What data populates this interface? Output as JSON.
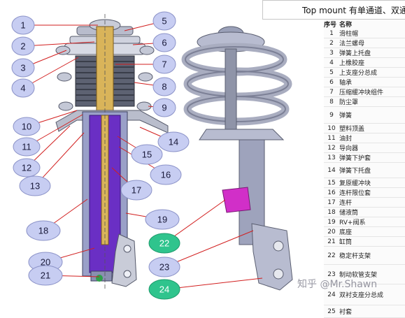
{
  "title": "Top mount 有单通道、双通",
  "table": {
    "headers": [
      "序号",
      "名称"
    ],
    "rows": [
      {
        "n": "1",
        "name": "滑柱帽"
      },
      {
        "n": "2",
        "name": "法兰螺母"
      },
      {
        "n": "3",
        "name": "弹簧上托盘"
      },
      {
        "n": "4",
        "name": "上橡胶座"
      },
      {
        "n": "5",
        "name": "上支座分总成"
      },
      {
        "n": "6",
        "name": "轴承"
      },
      {
        "n": "7",
        "name": "压缩缓冲块组件"
      },
      {
        "n": "8",
        "name": "防尘罩"
      },
      {
        "n": "9",
        "name": "弹簧"
      },
      {
        "n": "10",
        "name": "塑料顶盖"
      },
      {
        "n": "11",
        "name": "油封"
      },
      {
        "n": "12",
        "name": "导向器"
      },
      {
        "n": "13",
        "name": "弹簧下护套"
      },
      {
        "n": "14",
        "name": "弹簧下托盘"
      },
      {
        "n": "15",
        "name": "复原缓冲块"
      },
      {
        "n": "16",
        "name": "连杆限位套"
      },
      {
        "n": "17",
        "name": "连杆"
      },
      {
        "n": "18",
        "name": "储液筒"
      },
      {
        "n": "19",
        "name": "RV+阀系"
      },
      {
        "n": "20",
        "name": "底座"
      },
      {
        "n": "21",
        "name": "缸筒"
      },
      {
        "n": "22",
        "name": "稳定杆支架"
      },
      {
        "n": "23",
        "name": "制动软管支架"
      },
      {
        "n": "24",
        "name": "双衬支座分总成"
      },
      {
        "n": "25",
        "name": "衬套"
      }
    ]
  },
  "callouts": [
    {
      "label": "1",
      "color": "#c7cdf2"
    },
    {
      "label": "2",
      "color": "#c7cdf2"
    },
    {
      "label": "3",
      "color": "#c7cdf2"
    },
    {
      "label": "4",
      "color": "#c7cdf2"
    },
    {
      "label": "5",
      "color": "#c7cdf2"
    },
    {
      "label": "6",
      "color": "#c7cdf2"
    },
    {
      "label": "7",
      "color": "#c7cdf2"
    },
    {
      "label": "8",
      "color": "#c7cdf2"
    },
    {
      "label": "9",
      "color": "#c7cdf2"
    },
    {
      "label": "10",
      "color": "#c7cdf2"
    },
    {
      "label": "11",
      "color": "#c7cdf2"
    },
    {
      "label": "12",
      "color": "#c7cdf2"
    },
    {
      "label": "13",
      "color": "#c7cdf2"
    },
    {
      "label": "14",
      "color": "#c7cdf2"
    },
    {
      "label": "15",
      "color": "#c7cdf2"
    },
    {
      "label": "16",
      "color": "#c7cdf2"
    },
    {
      "label": "17",
      "color": "#c7cdf2"
    },
    {
      "label": "18",
      "color": "#c7cdf2"
    },
    {
      "label": "19",
      "color": "#c7cdf2"
    },
    {
      "label": "20",
      "color": "#c7cdf2"
    },
    {
      "label": "21",
      "color": "#c7cdf2"
    },
    {
      "label": "22",
      "color": "#2fc48d"
    },
    {
      "label": "23",
      "color": "#c7cdf2"
    },
    {
      "label": "24",
      "color": "#2fc48d"
    }
  ],
  "colors": {
    "piston_rod": "#d9b45a",
    "cylinder": "#6a2fc4",
    "reservoir": "#9aa0c8",
    "spring": "#a9adc0",
    "bracket_highlight": "#d12fc8",
    "leader_line": "#d21f1f"
  },
  "watermark": "知乎 @Mr.Shawn"
}
